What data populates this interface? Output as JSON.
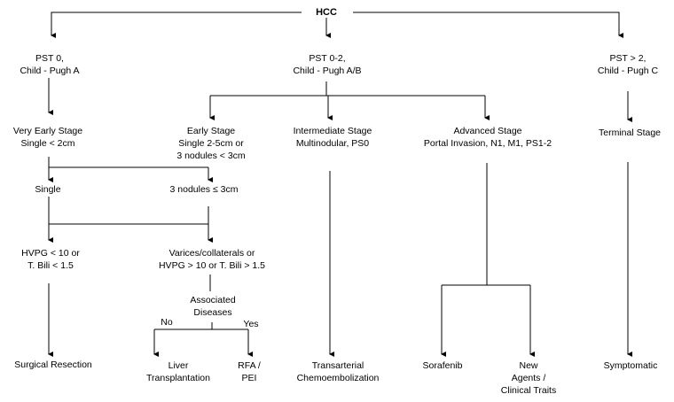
{
  "nodes": {
    "root": "HCC",
    "pst0": "PST 0,\nChild - Pugh A",
    "pst02": "PST 0-2,\nChild - Pugh A/B",
    "pst2": "PST > 2,\nChild - Pugh C",
    "very_early": "Very Early Stage\nSingle < 2cm",
    "early": "Early Stage\nSingle 2-5cm or\n3 nodules < 3cm",
    "intermediate": "Intermediate Stage\nMultinodular, PS0",
    "advanced": "Advanced Stage\nPortal Invasion, N1, M1, PS1-2",
    "terminal": "Terminal Stage",
    "single": "Single",
    "three_nodules": "3 nodules ≤ 3cm",
    "hvpg_low": "HVPG < 10 or\nT. Bili < 1.5",
    "varices": "Varices/collaterals or\nHVPG > 10 or T. Bili > 1.5",
    "assoc": "Associated\nDiseases",
    "no": "No",
    "yes": "Yes",
    "surgical": "Surgical Resection",
    "liver_tx": "Liver\nTransplantation",
    "rfa": "RFA /\nPEI",
    "tace": "Transarterial\nChemoembolization",
    "sorafenib": "Sorafenib",
    "new_agents": "New\nAgents /\nClinical Traits",
    "symptomatic": "Symptomatic"
  }
}
